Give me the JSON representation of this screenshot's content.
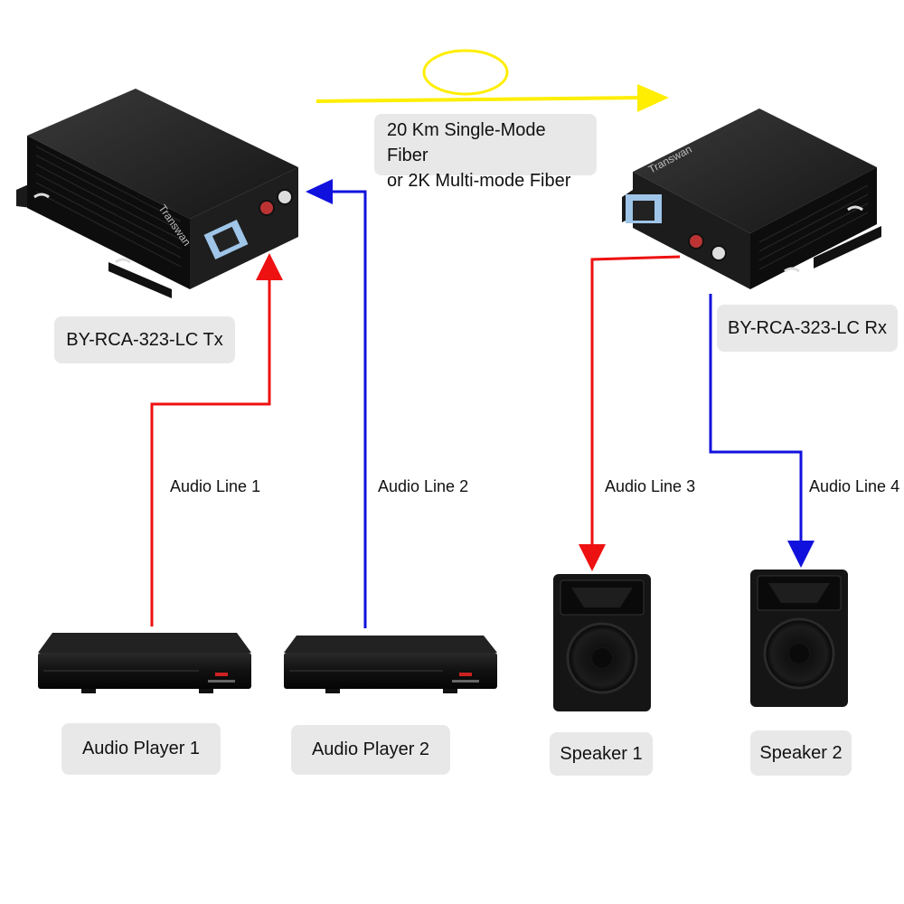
{
  "fiber": {
    "line1": "20 Km Single-Mode Fiber",
    "line2": "or 2K Multi-mode Fiber",
    "color": "#ffee00"
  },
  "devices": {
    "tx": {
      "label": "BY-RCA-323-LC Tx",
      "brand": "Transwan"
    },
    "rx": {
      "label": "BY-RCA-323-LC Rx",
      "brand": "Transwan"
    },
    "player1": {
      "label": "Audio Player 1"
    },
    "player2": {
      "label": "Audio Player 2"
    },
    "speaker1": {
      "label": "Speaker 1"
    },
    "speaker2": {
      "label": "Speaker 2"
    }
  },
  "lines": {
    "line1": {
      "label": "Audio Line 1",
      "color": "#ee1111"
    },
    "line2": {
      "label": "Audio Line 2",
      "color": "#1111dd"
    },
    "line3": {
      "label": "Audio Line 3",
      "color": "#ee1111"
    },
    "line4": {
      "label": "Audio Line 4",
      "color": "#1111dd"
    }
  }
}
